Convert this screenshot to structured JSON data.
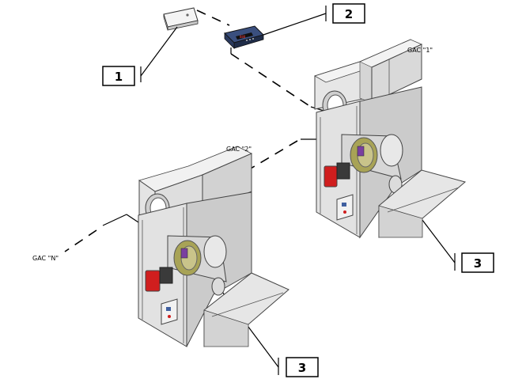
{
  "callouts": {
    "one": "1",
    "two": "2",
    "three_right": "3",
    "three_bottom": "3"
  },
  "unit_labels": {
    "gac1": "GAC \"1\"",
    "gac2": "GAC \"2\"",
    "gacN": "GAC \"N\""
  },
  "colors": {
    "line": "#000000",
    "cabinet_light": "#e4e4e4",
    "cabinet_mid": "#cfcfcf",
    "cabinet_dark": "#b2b2b2",
    "burner_red": "#d01e1e",
    "collar_olive": "#a8a356",
    "sensor_purple": "#7a3fa0",
    "controller_blue": "#2c3e66",
    "display_red": "#ff3b3b"
  },
  "icons": {
    "device_1": "wall-sensor-icon",
    "device_2": "digital-controller-icon",
    "unit": "air-heater-unit-icon",
    "burner": "burner-icon",
    "sensor": "flue-sensor-icon"
  }
}
